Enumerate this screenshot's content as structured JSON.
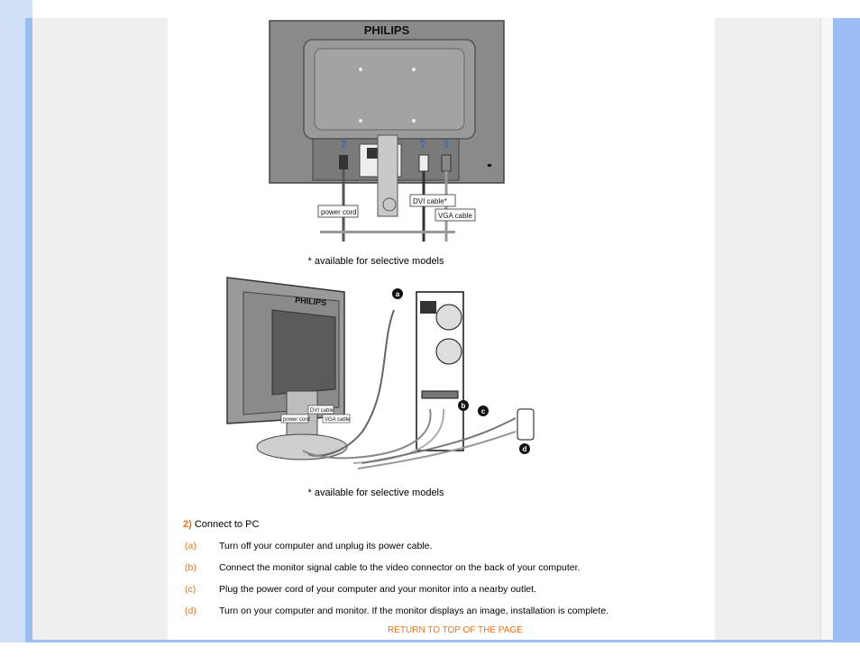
{
  "figure1": {
    "brand": "PHILIPS",
    "labels": {
      "power": "power cord",
      "dvi": "DVI cable*",
      "vga": "VGA cable"
    },
    "caption": "* available for selective models"
  },
  "figure2": {
    "brand": "PHILIPS",
    "labels": {
      "dvi": "DVI cable",
      "power": "power cord",
      "vga": "VGA cable"
    },
    "markers": [
      "a",
      "b",
      "c",
      "d"
    ],
    "caption": "* available for selective models"
  },
  "connect": {
    "num": "2)",
    "title": "Connect to PC",
    "steps": [
      {
        "letter": "(a)",
        "text": "Turn off your computer and unplug its power cable."
      },
      {
        "letter": "(b)",
        "text": "Connect the monitor signal cable to the video connector on the back of your computer."
      },
      {
        "letter": "(c)",
        "text": "Plug the power cord of your computer and your monitor into a nearby outlet."
      },
      {
        "letter": "(d)",
        "text": "Turn on your computer and monitor. If the monitor displays an image, installation is complete."
      }
    ]
  },
  "return_link": "RETURN TO TOP OF THE PAGE"
}
